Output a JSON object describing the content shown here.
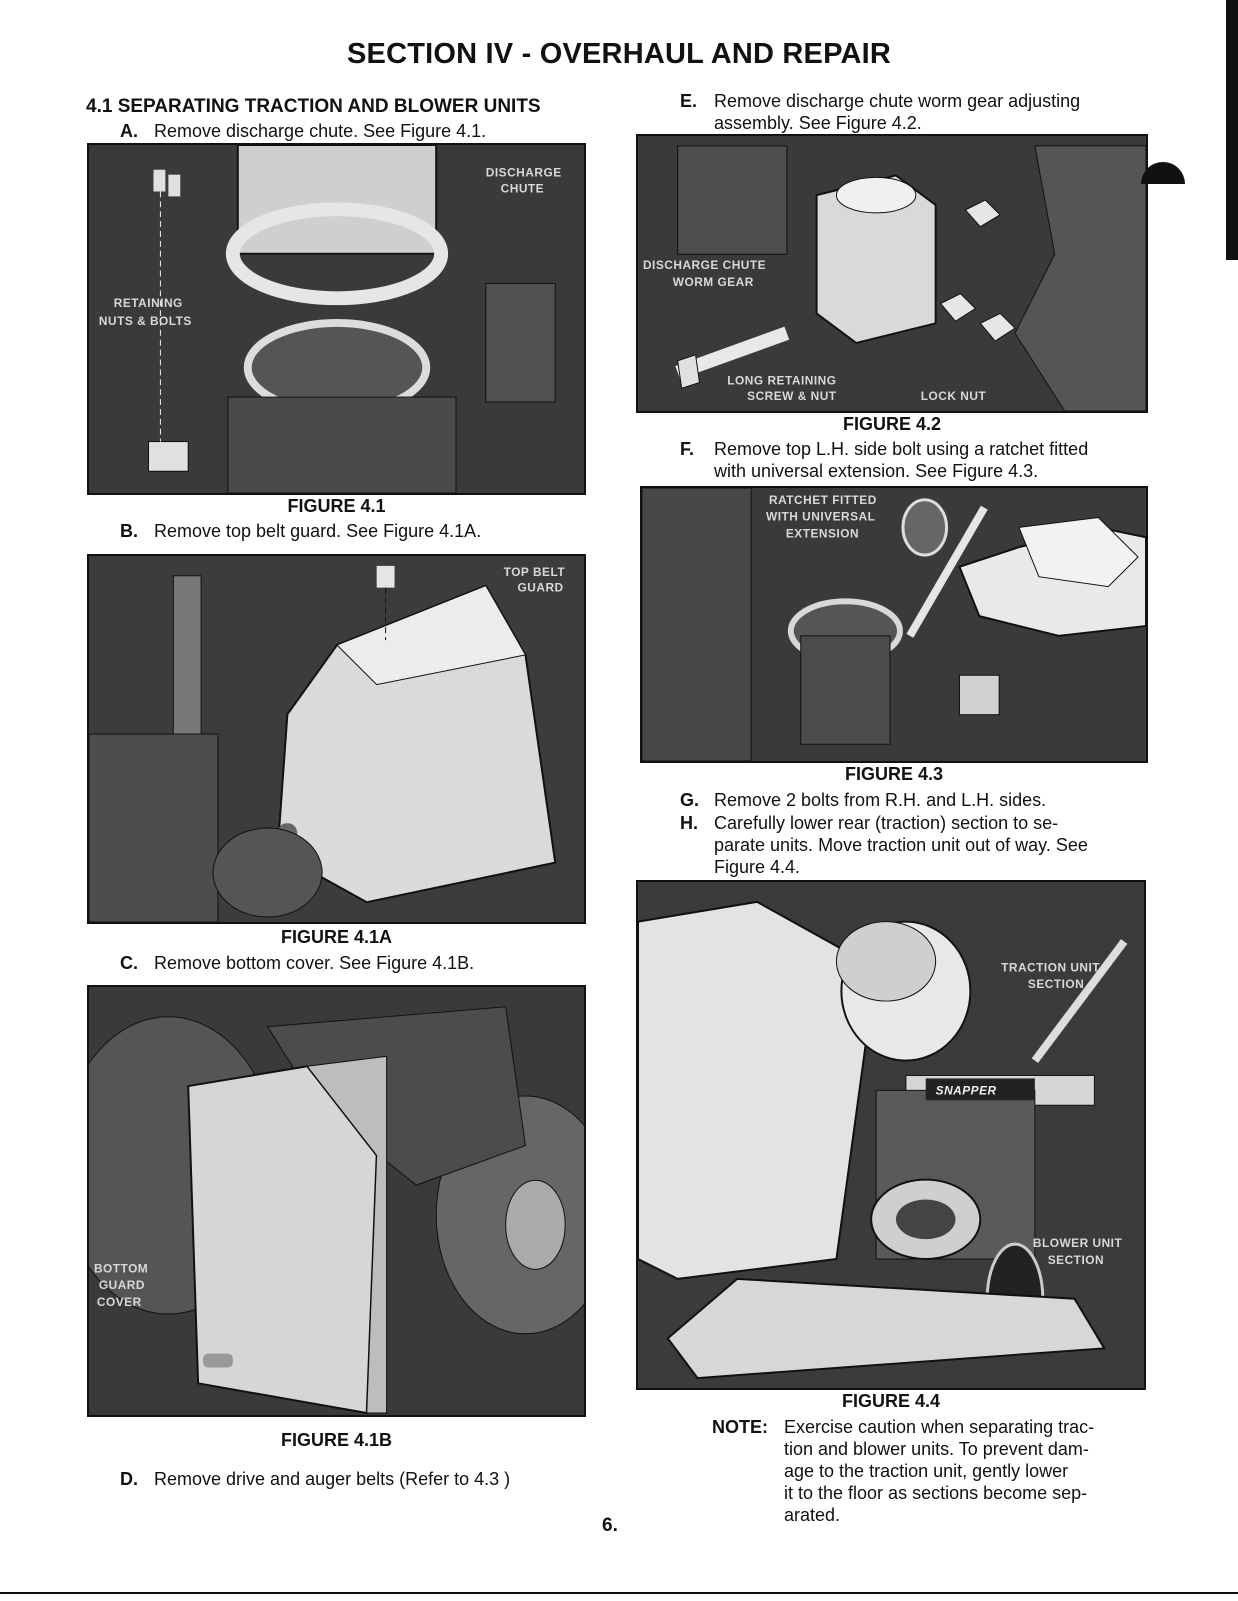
{
  "page": {
    "title": "SECTION IV - OVERHAUL AND REPAIR",
    "page_number": "6."
  },
  "left_column": {
    "heading": "4.1 SEPARATING TRACTION AND BLOWER UNITS",
    "step_a": {
      "letter": "A.",
      "text": "Remove discharge chute. See Figure 4.1."
    },
    "figure_4_1": {
      "caption": "FIGURE 4.1",
      "labels": [
        "DISCHARGE",
        "CHUTE",
        "RETAINING",
        "NUTS & BOLTS"
      ]
    },
    "step_b": {
      "letter": "B.",
      "text": "Remove top belt guard. See Figure 4.1A."
    },
    "figure_4_1a": {
      "caption": "FIGURE 4.1A",
      "labels": [
        "TOP BELT",
        "GUARD"
      ]
    },
    "step_c": {
      "letter": "C.",
      "text": "Remove bottom cover. See Figure 4.1B."
    },
    "figure_4_1b": {
      "caption": "FIGURE 4.1B",
      "labels": [
        "BOTTOM",
        "GUARD",
        "COVER"
      ]
    },
    "step_d": {
      "letter": "D.",
      "text": "Remove drive and auger belts (Refer to 4.3 )"
    }
  },
  "right_column": {
    "step_e": {
      "letter": "E.",
      "line1": "Remove discharge chute worm gear adjusting",
      "line2": "assembly. See Figure 4.2."
    },
    "figure_4_2": {
      "caption": "FIGURE 4.2",
      "labels": [
        "DISCHARGE CHUTE",
        "WORM GEAR",
        "LONG RETAINING",
        "SCREW & NUT",
        "LOCK NUT"
      ]
    },
    "step_f": {
      "letter": "F.",
      "line1": "Remove top L.H. side bolt using a ratchet fitted",
      "line2": "with universal extension. See Figure 4.3."
    },
    "figure_4_3": {
      "caption": "FIGURE 4.3",
      "labels": [
        "RATCHET FITTED",
        "WITH UNIVERSAL",
        "EXTENSION"
      ]
    },
    "step_g": {
      "letter": "G.",
      "text": "Remove 2 bolts from R.H. and L.H. sides."
    },
    "step_h": {
      "letter": "H.",
      "line1": "Carefully lower rear (traction) section to se-",
      "line2": "parate units. Move traction unit out of way. See",
      "line3": "Figure 4.4."
    },
    "figure_4_4": {
      "caption": "FIGURE 4.4",
      "labels": [
        "TRACTION UNIT",
        "SECTION",
        "BLOWER UNIT",
        "SECTION",
        "SNAPPER"
      ]
    },
    "note": {
      "label": "NOTE:",
      "lines": [
        "Exercise caution when separating trac-",
        "tion and blower units. To prevent dam-",
        "age to the traction unit, gently lower",
        "it to the floor as sections become sep-",
        "arated."
      ]
    }
  }
}
